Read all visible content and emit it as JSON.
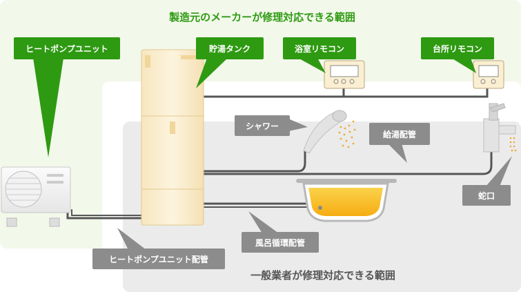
{
  "zones": {
    "manufacturer": {
      "title": "製造元のメーカーが修理対応できる範囲",
      "fill": "#f2f8ea",
      "text_color": "#2e9a12"
    },
    "general": {
      "title": "一般業者が修理対応できる範囲",
      "fill": "#ebebeb",
      "text_color": "#555555"
    }
  },
  "labels": {
    "heat_pump_unit": "ヒートポンプユニット",
    "storage_tank": "貯湯タンク",
    "bath_remote": "浴室リモコン",
    "kitchen_remote": "台所リモコン",
    "shower": "シャワー",
    "hot_water_pipe": "給湯配管",
    "faucet": "蛇口",
    "bath_circulation_pipe": "風呂循環配管",
    "heat_pump_pipe": "ヒートポンプユニット配管"
  },
  "colors": {
    "green_label": "#2e9a12",
    "gray_label": "#8c8c8c",
    "pipe": "#555555",
    "tank": "#fbefd2",
    "water": "#f7b81a"
  }
}
